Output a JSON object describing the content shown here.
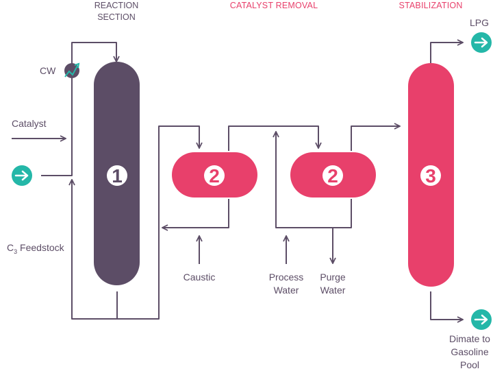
{
  "sections": {
    "reaction": [
      "REACTION",
      "SECTION"
    ],
    "catalyst_removal": "CATALYST REMOVAL",
    "stabilization": "STABILIZATION"
  },
  "units": {
    "reactor": "1",
    "wash_1": "2",
    "wash_2": "2",
    "stabilizer": "3"
  },
  "labels": {
    "cw": "CW",
    "catalyst": "Catalyst",
    "c3_feedstock_base": "C",
    "c3_feedstock_sub": "3",
    "c3_feedstock_rest": " Feedstock",
    "caustic": "Caustic",
    "process_water": [
      "Process",
      "Water"
    ],
    "purge_water": [
      "Purge",
      "Water"
    ],
    "lpg": "LPG",
    "dimate": [
      "Dimate to",
      "Gasoline",
      "Pool"
    ]
  },
  "colors": {
    "reactor": "#5c4d66",
    "vessel": "#e8406b",
    "teal": "#24b7a8",
    "line": "#5c4d66"
  }
}
